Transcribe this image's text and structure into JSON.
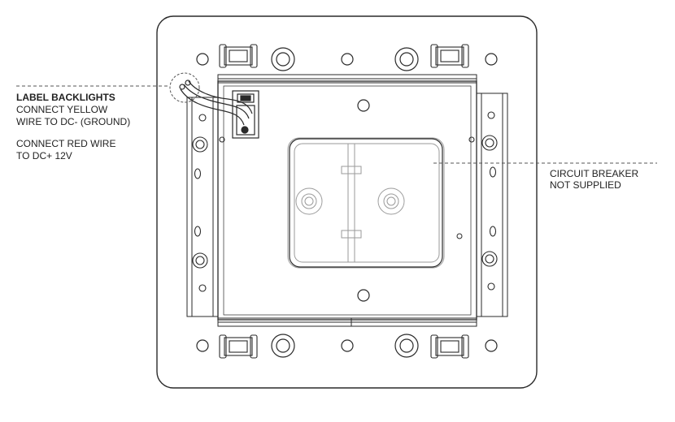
{
  "annotations": {
    "backlight_heading": "LABEL BACKLIGHTS",
    "backlight_line1": "CONNECT YELLOW",
    "backlight_line2": "WIRE TO DC- (GROUND)",
    "red_line1": "CONNECT RED WIRE",
    "red_line2": "TO DC+ 12V",
    "breaker_line1": "CIRCUIT BREAKER",
    "breaker_line2": "NOT SUPPLIED"
  },
  "colors": {
    "stroke": "#2a2a2a",
    "breaker_stroke": "#9a9a9a",
    "leader": "#555555",
    "background": "#ffffff"
  },
  "icons": {
    "clip": "mounting-clip-icon",
    "screw": "screw-hole-icon"
  }
}
